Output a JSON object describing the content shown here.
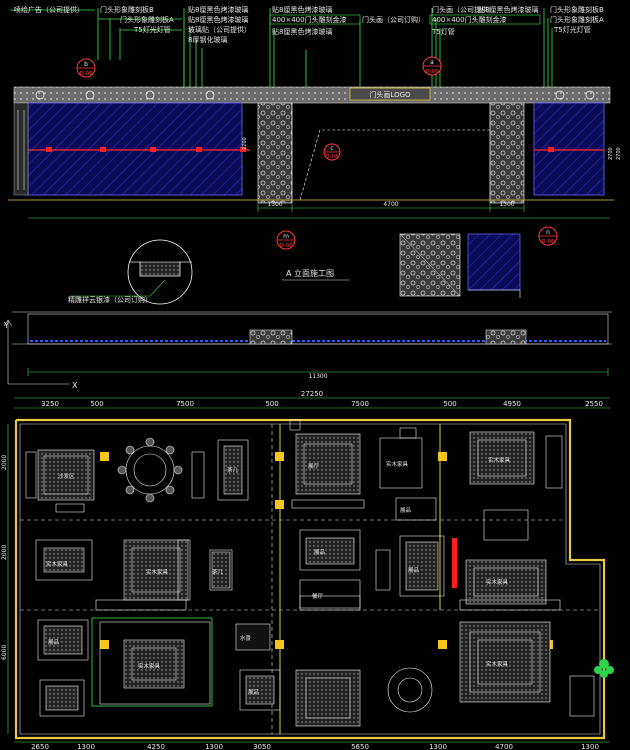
{
  "callouts_left": [
    "喷绘广告（公司提供）",
    "门头形象雕刻板B",
    "门头形象雕刻板A",
    "T5灯光灯管",
    "贴8厘黑色烤漆玻璃",
    "贴8厘黑色烤漆玻璃",
    "玻璃贴（公司提供）",
    "8厚钢化玻璃"
  ],
  "callouts_right": [
    "门头画（公司提供）",
    "贴8厘黑色烤漆玻璃",
    "400×400门头雕刻金漆",
    "T5灯管",
    "门头形象雕刻板B",
    "门头形象雕刻板A",
    "T5灯光灯管"
  ],
  "callouts_mid": [
    "贴8厘黑色烤漆玻璃",
    "400×400门头雕刻金漆",
    "门头画（公司订购）",
    "贴8厘黑色烤漆玻璃"
  ],
  "markers": [
    {
      "letter": "b",
      "code": "D-06"
    },
    {
      "letter": "a",
      "code": "D-06"
    },
    {
      "letter": "c",
      "code": "D-06"
    },
    {
      "letter": "m",
      "code": "D-06"
    },
    {
      "letter": "n",
      "code": "D-06"
    }
  ],
  "door_sign": "门头画LOGO",
  "elevation_title": "A 立面施工图",
  "detail_note": "精雕祥云银漆（公司订购）",
  "elev_dims": [
    "1300",
    "4700",
    "1300"
  ],
  "side_dims": [
    "2200",
    "2700",
    "2700"
  ],
  "ruler_dim": "11300",
  "axis_y": "Y",
  "axis_x": "X",
  "plan_top_total": "27250",
  "plan_top_dims": [
    "3250",
    "500",
    "7500",
    "500",
    "7500",
    "500",
    "4950",
    "2550"
  ],
  "plan_bottom_dims": [
    "2650",
    "1300",
    "4250",
    "1300",
    "3050",
    "5650",
    "1300",
    "4700",
    "1300"
  ],
  "plan_left_dims": [
    "2000",
    "2000",
    "6000"
  ],
  "room_labels": [
    "沙发区",
    "茶几",
    "展厅",
    "实木家具",
    "实木家具",
    "展品",
    "实木家具",
    "茶几",
    "实木家具",
    "展品",
    "展品",
    "餐厅",
    "实木家具",
    "水景",
    "展品",
    "实木家具",
    "展品",
    "实木家具"
  ]
}
